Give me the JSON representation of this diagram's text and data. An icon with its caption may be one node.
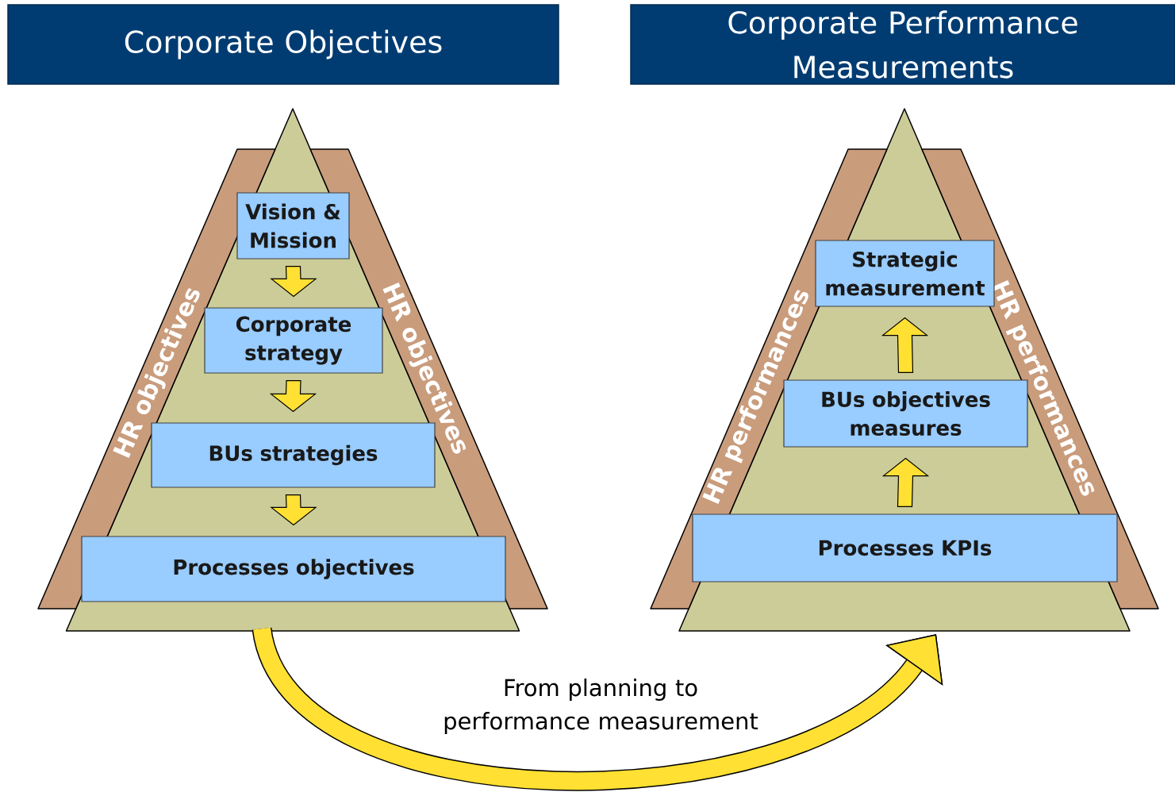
{
  "diagram": {
    "nodes": [
      {
        "text": [
          "Corporate Objectives"
        ]
      },
      {
        "text": [
          "Corporate Performance Measurements"
        ]
      },
      {
        "text": [
          "HR objectives",
          "HR objectives"
        ]
      },
      {
        "text": [
          "Vision & Mission"
        ],
        "in": 2
      },
      {
        "text": [
          "Corporate strategy"
        ],
        "in": 2
      },
      {
        "text": [
          "BUs strategies"
        ],
        "in": 2
      },
      {
        "text": [
          "Processes objectives"
        ],
        "in": 2
      },
      {
        "text": [
          "HR performances",
          "HR performances"
        ]
      },
      {
        "text": [
          "Strategic measurement"
        ],
        "in": 7
      },
      {
        "text": [
          "BUs objectives measures"
        ],
        "in": 7
      },
      {
        "text": [
          "Processes KPIs"
        ],
        "in": 7
      }
    ],
    "edges": [
      {
        "from": 3,
        "to": 4,
        "arrow": "to"
      },
      {
        "from": 4,
        "to": 5,
        "arrow": "to"
      },
      {
        "from": 5,
        "to": 6,
        "arrow": "to"
      },
      {
        "from": 10,
        "to": 9,
        "arrow": "to"
      },
      {
        "from": 9,
        "to": 8,
        "arrow": "to"
      },
      {
        "from": 2,
        "to": 7,
        "arrow": "to",
        "label": "From planning to performance measurement"
      }
    ]
  }
}
